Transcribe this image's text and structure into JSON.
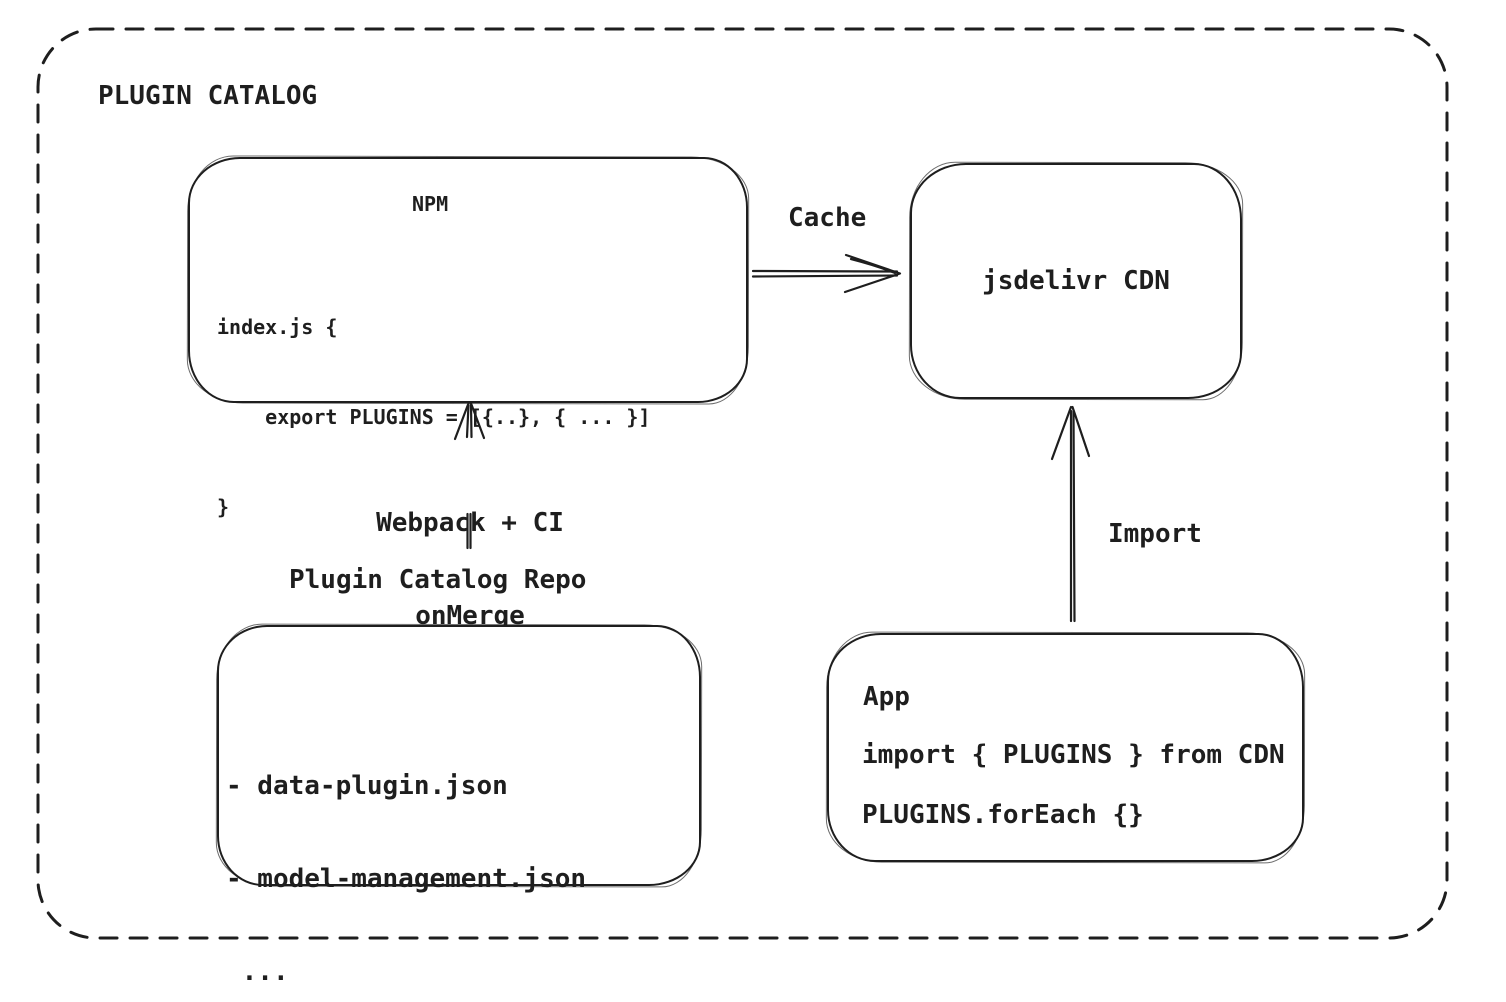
{
  "diagram": {
    "title": "PLUGIN CATALOG",
    "colors": {
      "stroke": "#1e1e1e",
      "background": "#ffffff"
    },
    "nodes": {
      "npm": {
        "title": "NPM",
        "code": [
          "index.js {",
          "    export PLUGINS = [{..}, { ... }]",
          "}"
        ]
      },
      "cdn": {
        "label": "jsdelivr CDN"
      },
      "repo": {
        "label": "Plugin Catalog Repo",
        "items": [
          "- data-plugin.json",
          "- model-management.json",
          " ..."
        ]
      },
      "app": {
        "title": "App",
        "code": [
          "import { PLUGINS } from CDN",
          "PLUGINS.forEach {}"
        ]
      }
    },
    "edges": {
      "cache": {
        "from": "npm",
        "to": "cdn",
        "label": "Cache"
      },
      "build": {
        "from": "repo",
        "to": "npm",
        "labels": [
          "Webpack + CI",
          "onMerge"
        ]
      },
      "import": {
        "from": "app",
        "to": "cdn",
        "label": "Import"
      }
    }
  }
}
